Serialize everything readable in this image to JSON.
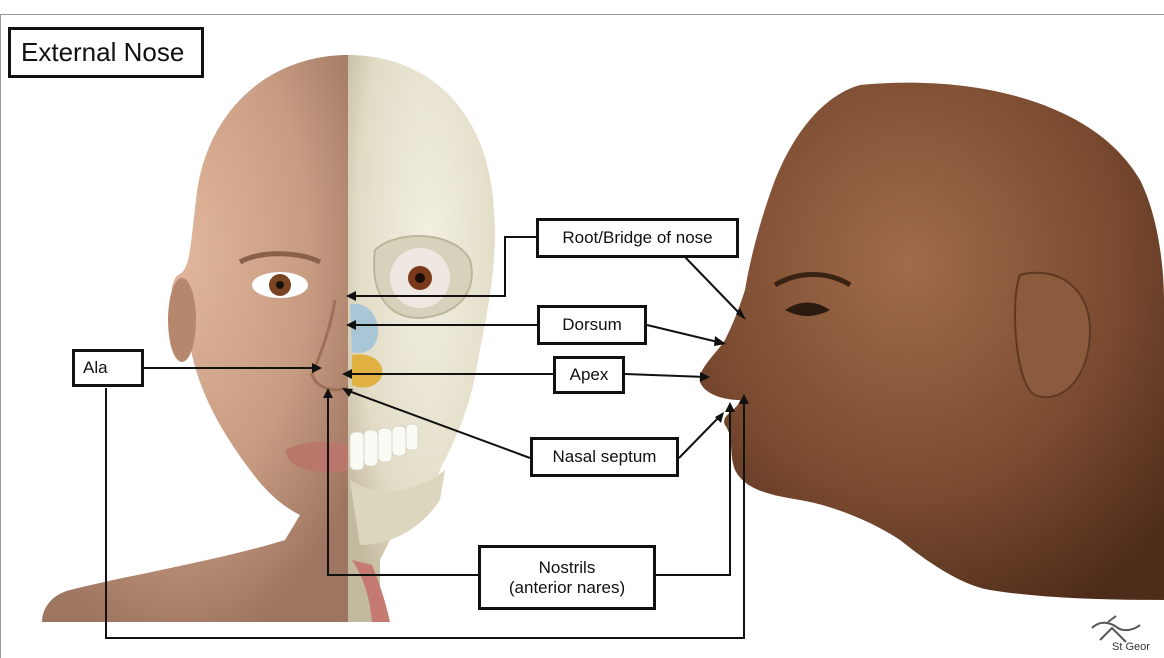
{
  "title": "External Nose",
  "labels": {
    "root_bridge": "Root/Bridge of nose",
    "dorsum": "Dorsum",
    "apex": "Apex",
    "ala": "Ala",
    "nasal_septum": "Nasal septum",
    "nostrils_line1": "Nostrils",
    "nostrils_line2": "(anterior nares)"
  },
  "logo_text": "St Geor",
  "colors": {
    "skin_light": "#c89c82",
    "skin_dark": "#7a4a30",
    "skull": "#e8e4d2",
    "line": "#111111"
  }
}
